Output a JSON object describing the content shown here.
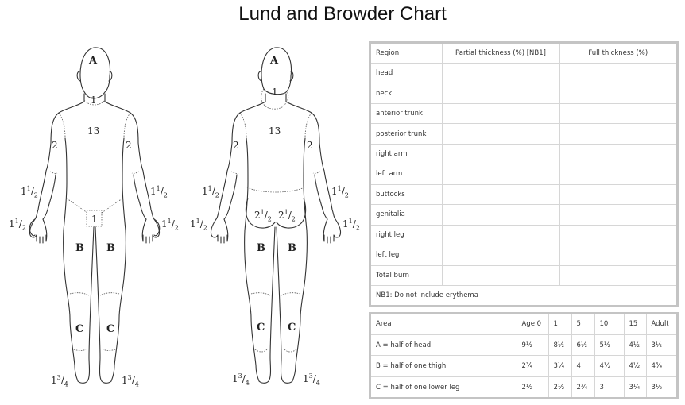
{
  "title": "Lund and Browder Chart",
  "figures": {
    "anterior": {
      "head": "A",
      "neck": "1",
      "trunk": "13",
      "upper_arm_left": "2",
      "upper_arm_right": "2",
      "forearm_left": {
        "whole": "1",
        "num": "1",
        "den": "2"
      },
      "forearm_right": {
        "whole": "1",
        "num": "1",
        "den": "2"
      },
      "hand_left": {
        "whole": "1",
        "num": "1",
        "den": "2"
      },
      "hand_right": {
        "whole": "1",
        "num": "1",
        "den": "2"
      },
      "genitalia": "1",
      "thigh_left": "B",
      "thigh_right": "B",
      "lower_leg_left": "C",
      "lower_leg_right": "C",
      "foot_left": {
        "whole": "1",
        "num": "3",
        "den": "4"
      },
      "foot_right": {
        "whole": "1",
        "num": "3",
        "den": "4"
      }
    },
    "posterior": {
      "head": "A",
      "neck": "1",
      "trunk": "13",
      "upper_arm_left": "2",
      "upper_arm_right": "2",
      "forearm_left": {
        "whole": "1",
        "num": "1",
        "den": "2"
      },
      "forearm_right": {
        "whole": "1",
        "num": "1",
        "den": "2"
      },
      "hand_left": {
        "whole": "1",
        "num": "1",
        "den": "2"
      },
      "hand_right": {
        "whole": "1",
        "num": "1",
        "den": "2"
      },
      "buttock_left": {
        "whole": "2",
        "num": "1",
        "den": "2"
      },
      "buttock_right": {
        "whole": "2",
        "num": "1",
        "den": "2"
      },
      "thigh_left": "B",
      "thigh_right": "B",
      "lower_leg_left": "C",
      "lower_leg_right": "C",
      "foot_left": {
        "whole": "1",
        "num": "3",
        "den": "4"
      },
      "foot_right": {
        "whole": "1",
        "num": "3",
        "den": "4"
      }
    }
  },
  "burn_table": {
    "headers": [
      "Region",
      "Partial thickness (%) [NB1]",
      "Full thickness (%)"
    ],
    "rows": [
      {
        "region": "head",
        "partial": "",
        "full": ""
      },
      {
        "region": "neck",
        "partial": "",
        "full": ""
      },
      {
        "region": "anterior trunk",
        "partial": "",
        "full": ""
      },
      {
        "region": "posterior trunk",
        "partial": "",
        "full": ""
      },
      {
        "region": "right arm",
        "partial": "",
        "full": ""
      },
      {
        "region": "left arm",
        "partial": "",
        "full": ""
      },
      {
        "region": "buttocks",
        "partial": "",
        "full": ""
      },
      {
        "region": "genitalia",
        "partial": "",
        "full": ""
      },
      {
        "region": "right leg",
        "partial": "",
        "full": ""
      },
      {
        "region": "left leg",
        "partial": "",
        "full": ""
      },
      {
        "region": "Total burn",
        "partial": "",
        "full": ""
      }
    ],
    "note": "NB1: Do not include erythema"
  },
  "age_table": {
    "headers": [
      "Area",
      "Age 0",
      "1",
      "5",
      "10",
      "15",
      "Adult"
    ],
    "rows": [
      {
        "area": "A = half of head",
        "values": [
          "9½",
          "8½",
          "6½",
          "5½",
          "4½",
          "3½"
        ]
      },
      {
        "area": "B = half of one thigh",
        "values": [
          "2¾",
          "3¼",
          "4",
          "4½",
          "4½",
          "4¾"
        ]
      },
      {
        "area": "C = half of one lower leg",
        "values": [
          "2½",
          "2½",
          "2¾",
          "3",
          "3¼",
          "3½"
        ]
      }
    ]
  }
}
